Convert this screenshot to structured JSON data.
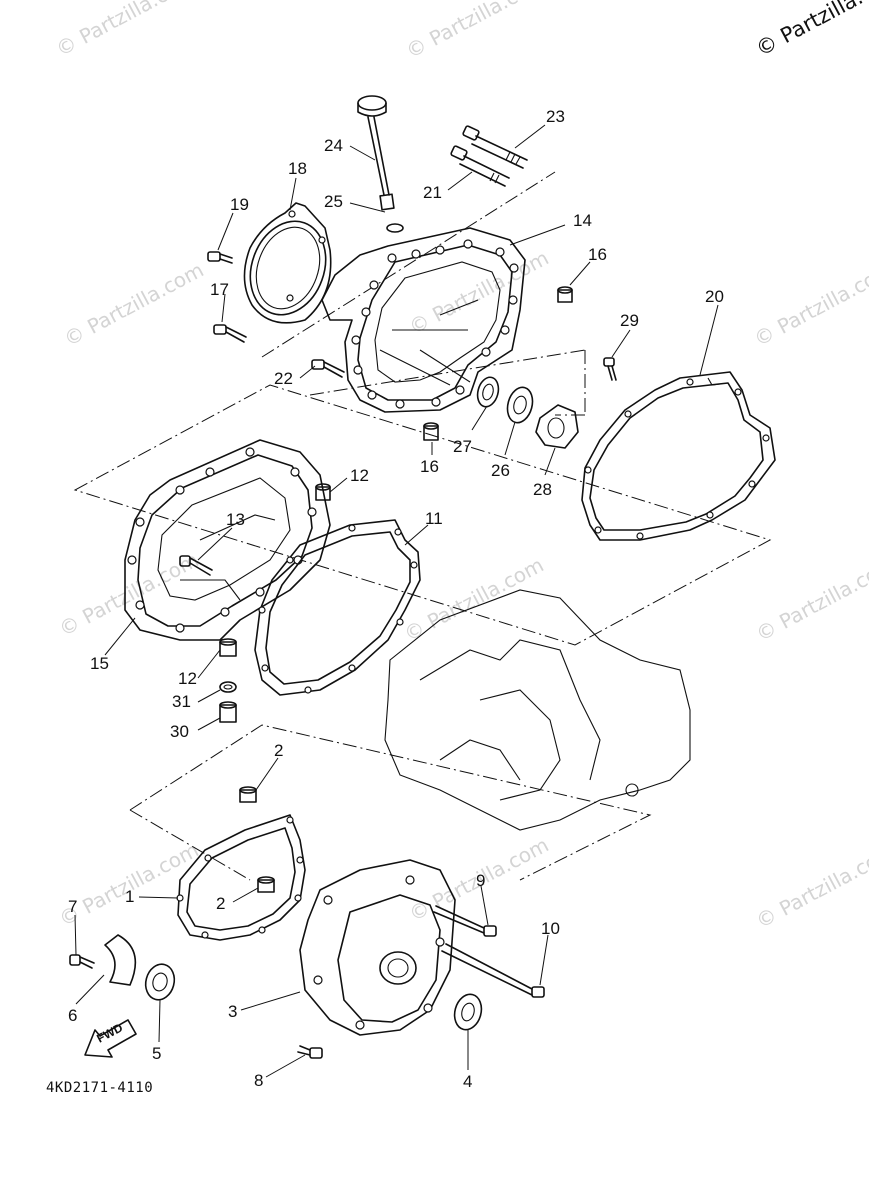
{
  "watermark": {
    "text": "© Partzilla.com"
  },
  "copyright": "© Partzilla.com",
  "part_code": "4KD2171-4110",
  "fwd_label": "FWD",
  "callouts": [
    "1",
    "2",
    "2",
    "3",
    "4",
    "5",
    "6",
    "7",
    "8",
    "9",
    "10",
    "11",
    "12",
    "12",
    "13",
    "14",
    "15",
    "16",
    "16",
    "17",
    "18",
    "19",
    "20",
    "21",
    "22",
    "23",
    "24",
    "25",
    "26",
    "27",
    "28",
    "29",
    "30",
    "31"
  ]
}
